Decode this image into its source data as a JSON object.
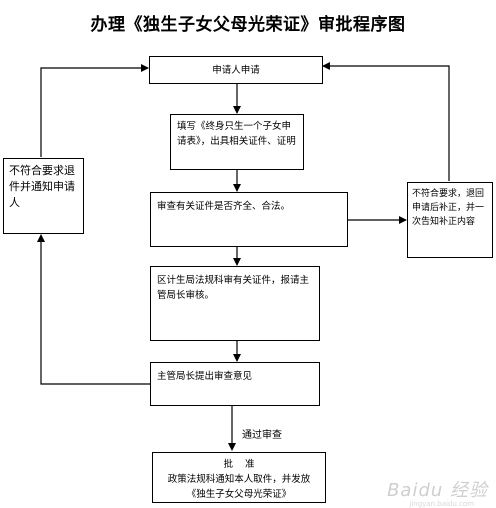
{
  "title": "办理《独生子女父母光荣证》审批程序图",
  "nodes": {
    "apply": "申请人申请",
    "fill_form": "填写《终身只生一个子女申请表》，出具相关证件、证明",
    "check_docs": "审查有关证件是否齐全、合法。",
    "district_review": "区计生局法规科审有关证件，报请主管局长审核。",
    "director_opinion": "主管局长提出审查意见",
    "approve_title": "批    准",
    "approve_line1": "政策法规科通知本人取件，并发放",
    "approve_line2": "《独生子女父母光荣证》",
    "reject_left": "不符合要求退件并通知申请人",
    "reject_right": "不符合要求，退回申请后补正，并一次告知补正内容"
  },
  "edge_labels": {
    "pass_review": "通过审查"
  },
  "watermark": "Baidu 经验",
  "watermark_sub": "jingyan.baidu.com"
}
